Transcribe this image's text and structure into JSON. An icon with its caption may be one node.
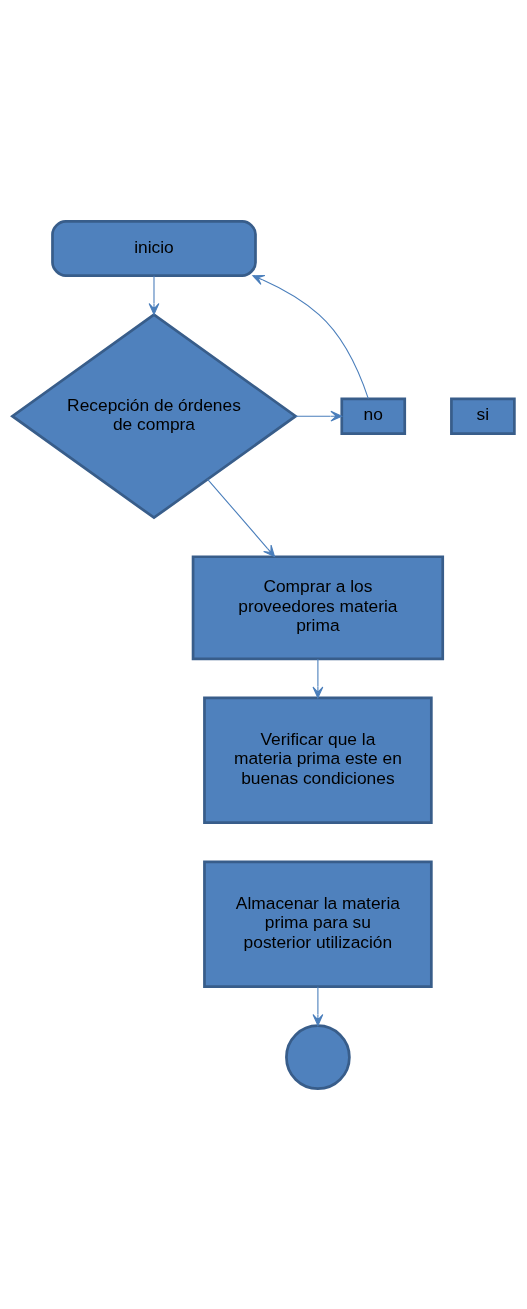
{
  "diagram": {
    "nodes": [
      {
        "text": [
          "inicio"
        ]
      },
      {
        "text": [
          "Recepción de órdenes de compra"
        ]
      },
      {
        "text": [
          "no"
        ]
      },
      {
        "text": [
          "si"
        ]
      },
      {
        "text": [
          "Comprar a los proveedores materia prima"
        ]
      },
      {
        "text": [
          "Verificar que la materia prima este en buenas condiciones"
        ]
      },
      {
        "text": [
          "Almacenar la materia prima para su posterior utilización"
        ]
      },
      {
        "text": [],
        "shape": "circle"
      }
    ],
    "edges": [
      {
        "from": 0,
        "to": 1,
        "arrow": "to"
      },
      {
        "from": 1,
        "to": 2,
        "arrow": "to"
      },
      {
        "from": 2,
        "to": 0,
        "arrow": "to"
      },
      {
        "from": 1,
        "to": 4,
        "arrow": "to"
      },
      {
        "from": 4,
        "to": 5,
        "arrow": "to"
      },
      {
        "from": 6,
        "to": 7,
        "arrow": "to"
      }
    ]
  }
}
